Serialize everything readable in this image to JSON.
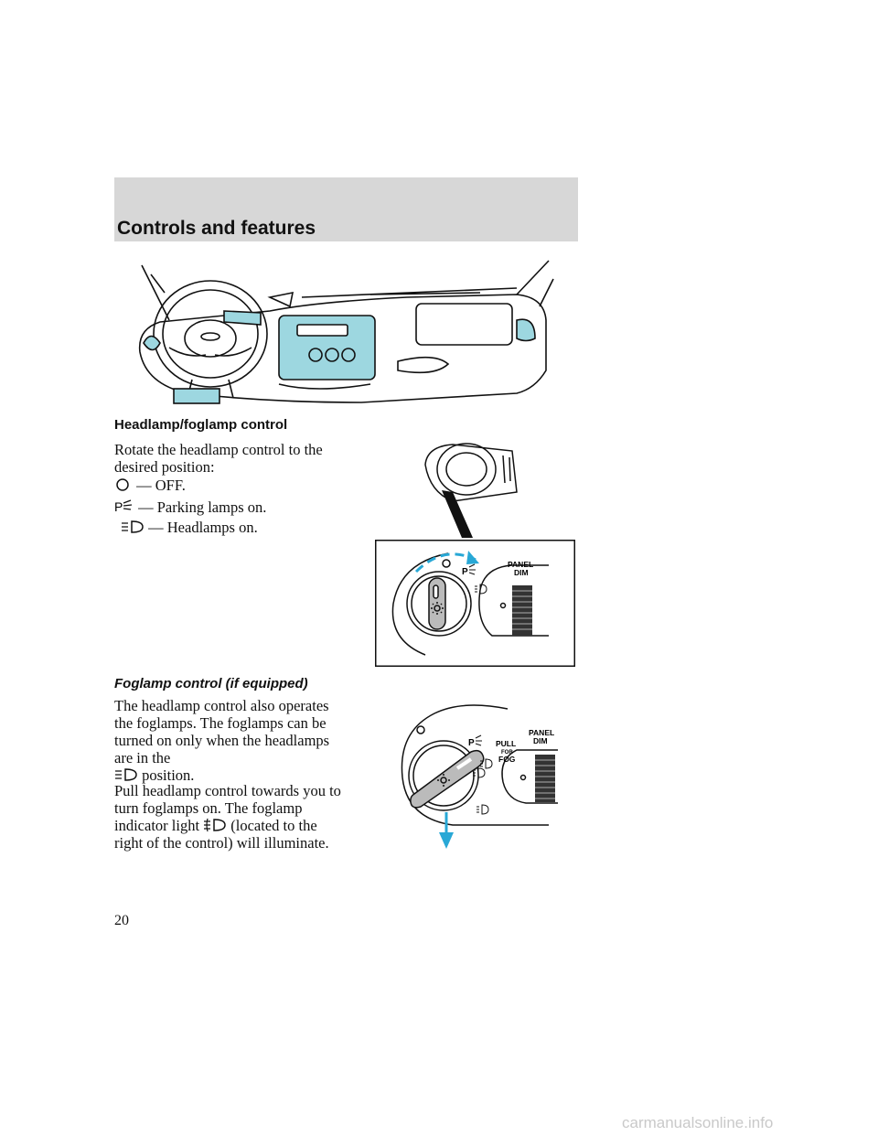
{
  "header": {
    "title": "Controls and features"
  },
  "section1": {
    "heading": "Headlamp/foglamp control",
    "intro": "Rotate the headlamp control to the desired position:",
    "items": [
      {
        "icon": "off-icon",
        "text": "— OFF."
      },
      {
        "icon": "parking-lamp-icon",
        "text": "— Parking lamps on."
      },
      {
        "icon": "headlamp-icon",
        "text": "— Headlamps on."
      }
    ]
  },
  "section2": {
    "heading": "Foglamp control (if equipped)",
    "para1_a": "The headlamp control also operates the foglamps. The foglamps can be turned on only when the headlamps are in the",
    "para1_b": "position.",
    "para2_a": "Pull headlamp control towards you to turn foglamps on. The foglamp indicator light",
    "para2_b": "(located to the right of the control) will illuminate."
  },
  "diagram": {
    "panel_label_1": "PANEL",
    "panel_label_2": "DIM",
    "pull_label": "PULL",
    "for_label": "FOR",
    "fog_label": "FOG",
    "p_label": "P"
  },
  "page_number": "20",
  "watermark": "carmanualsonline.info"
}
